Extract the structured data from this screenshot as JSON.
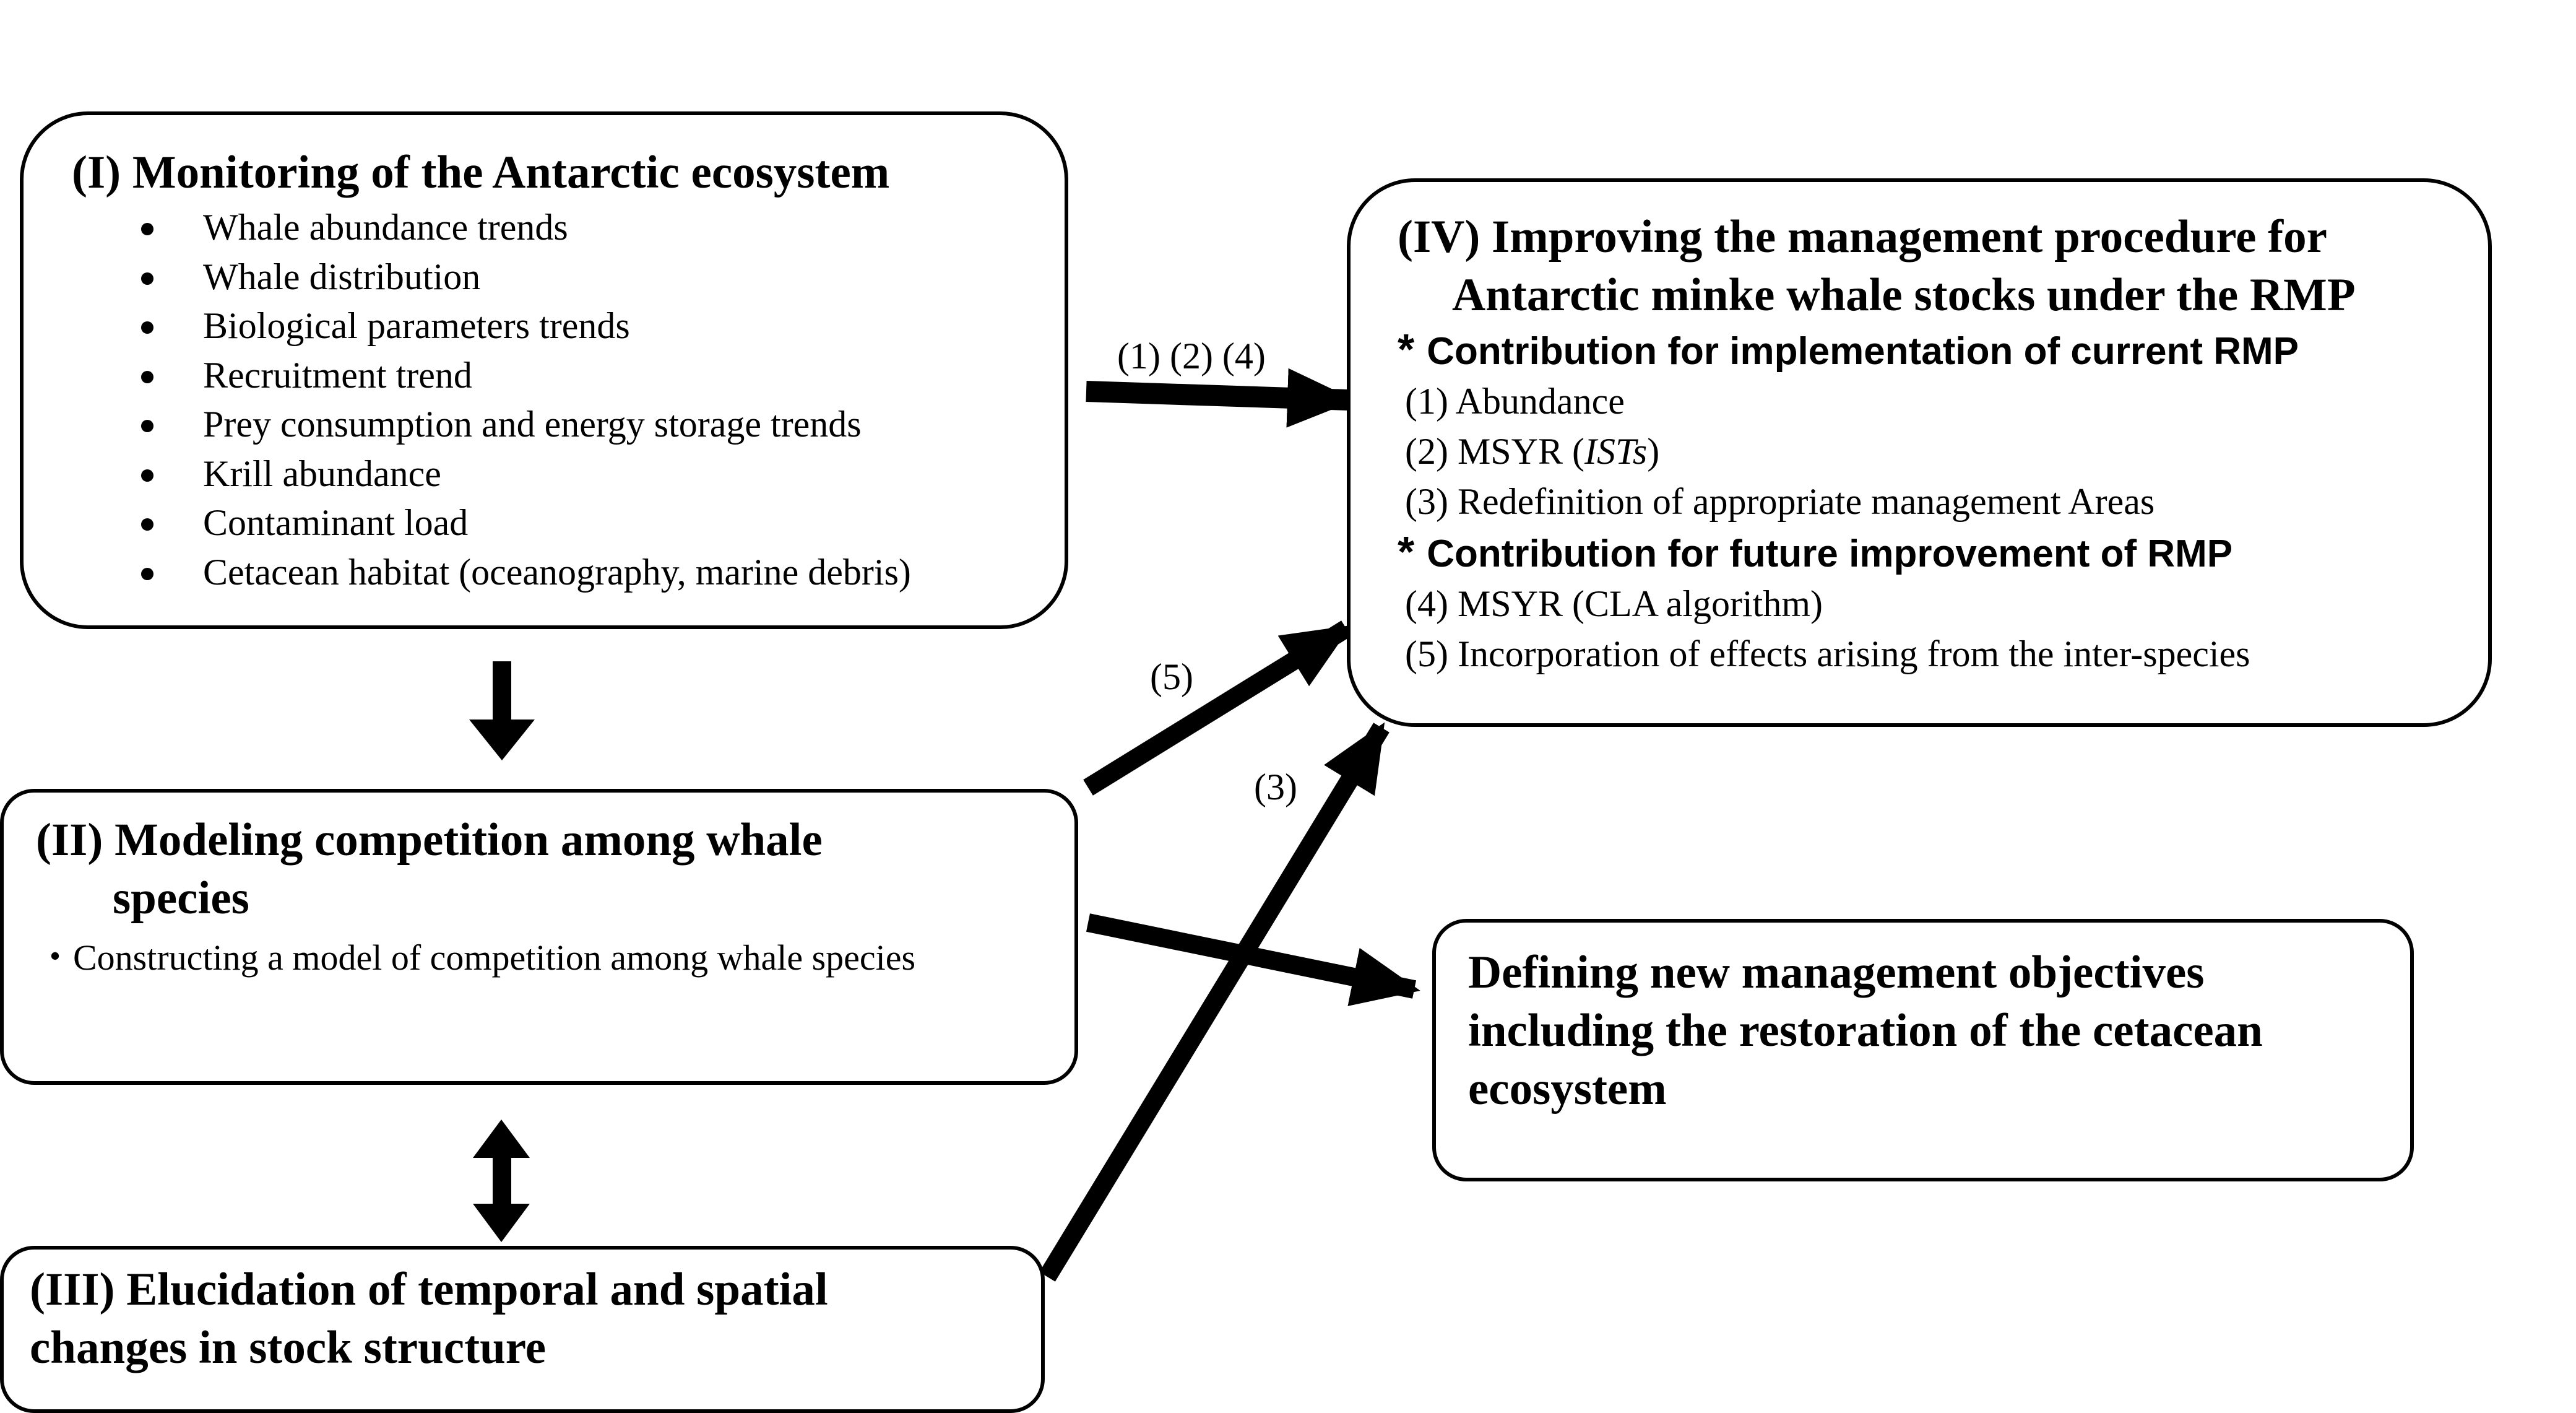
{
  "box1": {
    "title": "(I) Monitoring of the Antarctic ecosystem",
    "items": [
      "Whale abundance trends",
      "Whale distribution",
      "Biological parameters trends",
      "Recruitment trend",
      "Prey consumption and energy storage trends",
      "Krill abundance",
      "Contaminant load",
      "Cetacean habitat (oceanography, marine debris)"
    ]
  },
  "box2": {
    "title_line1": "(II) Modeling competition among whale",
    "title_line2": "species",
    "item": "・Constructing a model of competition among whale species"
  },
  "box3": {
    "title_line1": "(III) Elucidation of temporal and spatial",
    "title_line2": "changes in stock structure"
  },
  "box4": {
    "title_line1": "(IV) Improving the management procedure for",
    "title_line2": "Antarctic minke whale stocks under the RMP",
    "star": "*",
    "section1": "Contribution for implementation of current RMP",
    "item1": "(1) Abundance",
    "item2_prefix": "(2) MSYR (",
    "item2_italic": "ISTs",
    "item2_suffix": ")",
    "item3": "(3) Redefinition of appropriate management Areas",
    "section2": "Contribution for future improvement of RMP",
    "item4": "(4) MSYR (CLA algorithm)",
    "item5": "(5) Incorporation of effects arising from the inter-species"
  },
  "box5": {
    "line1": "Defining new management objectives",
    "line2": "including the restoration of the cetacean",
    "line3": "ecosystem"
  },
  "labels": {
    "arrow_124": "(1) (2) (4)",
    "arrow_5": "(5)",
    "arrow_3": "(3)"
  }
}
